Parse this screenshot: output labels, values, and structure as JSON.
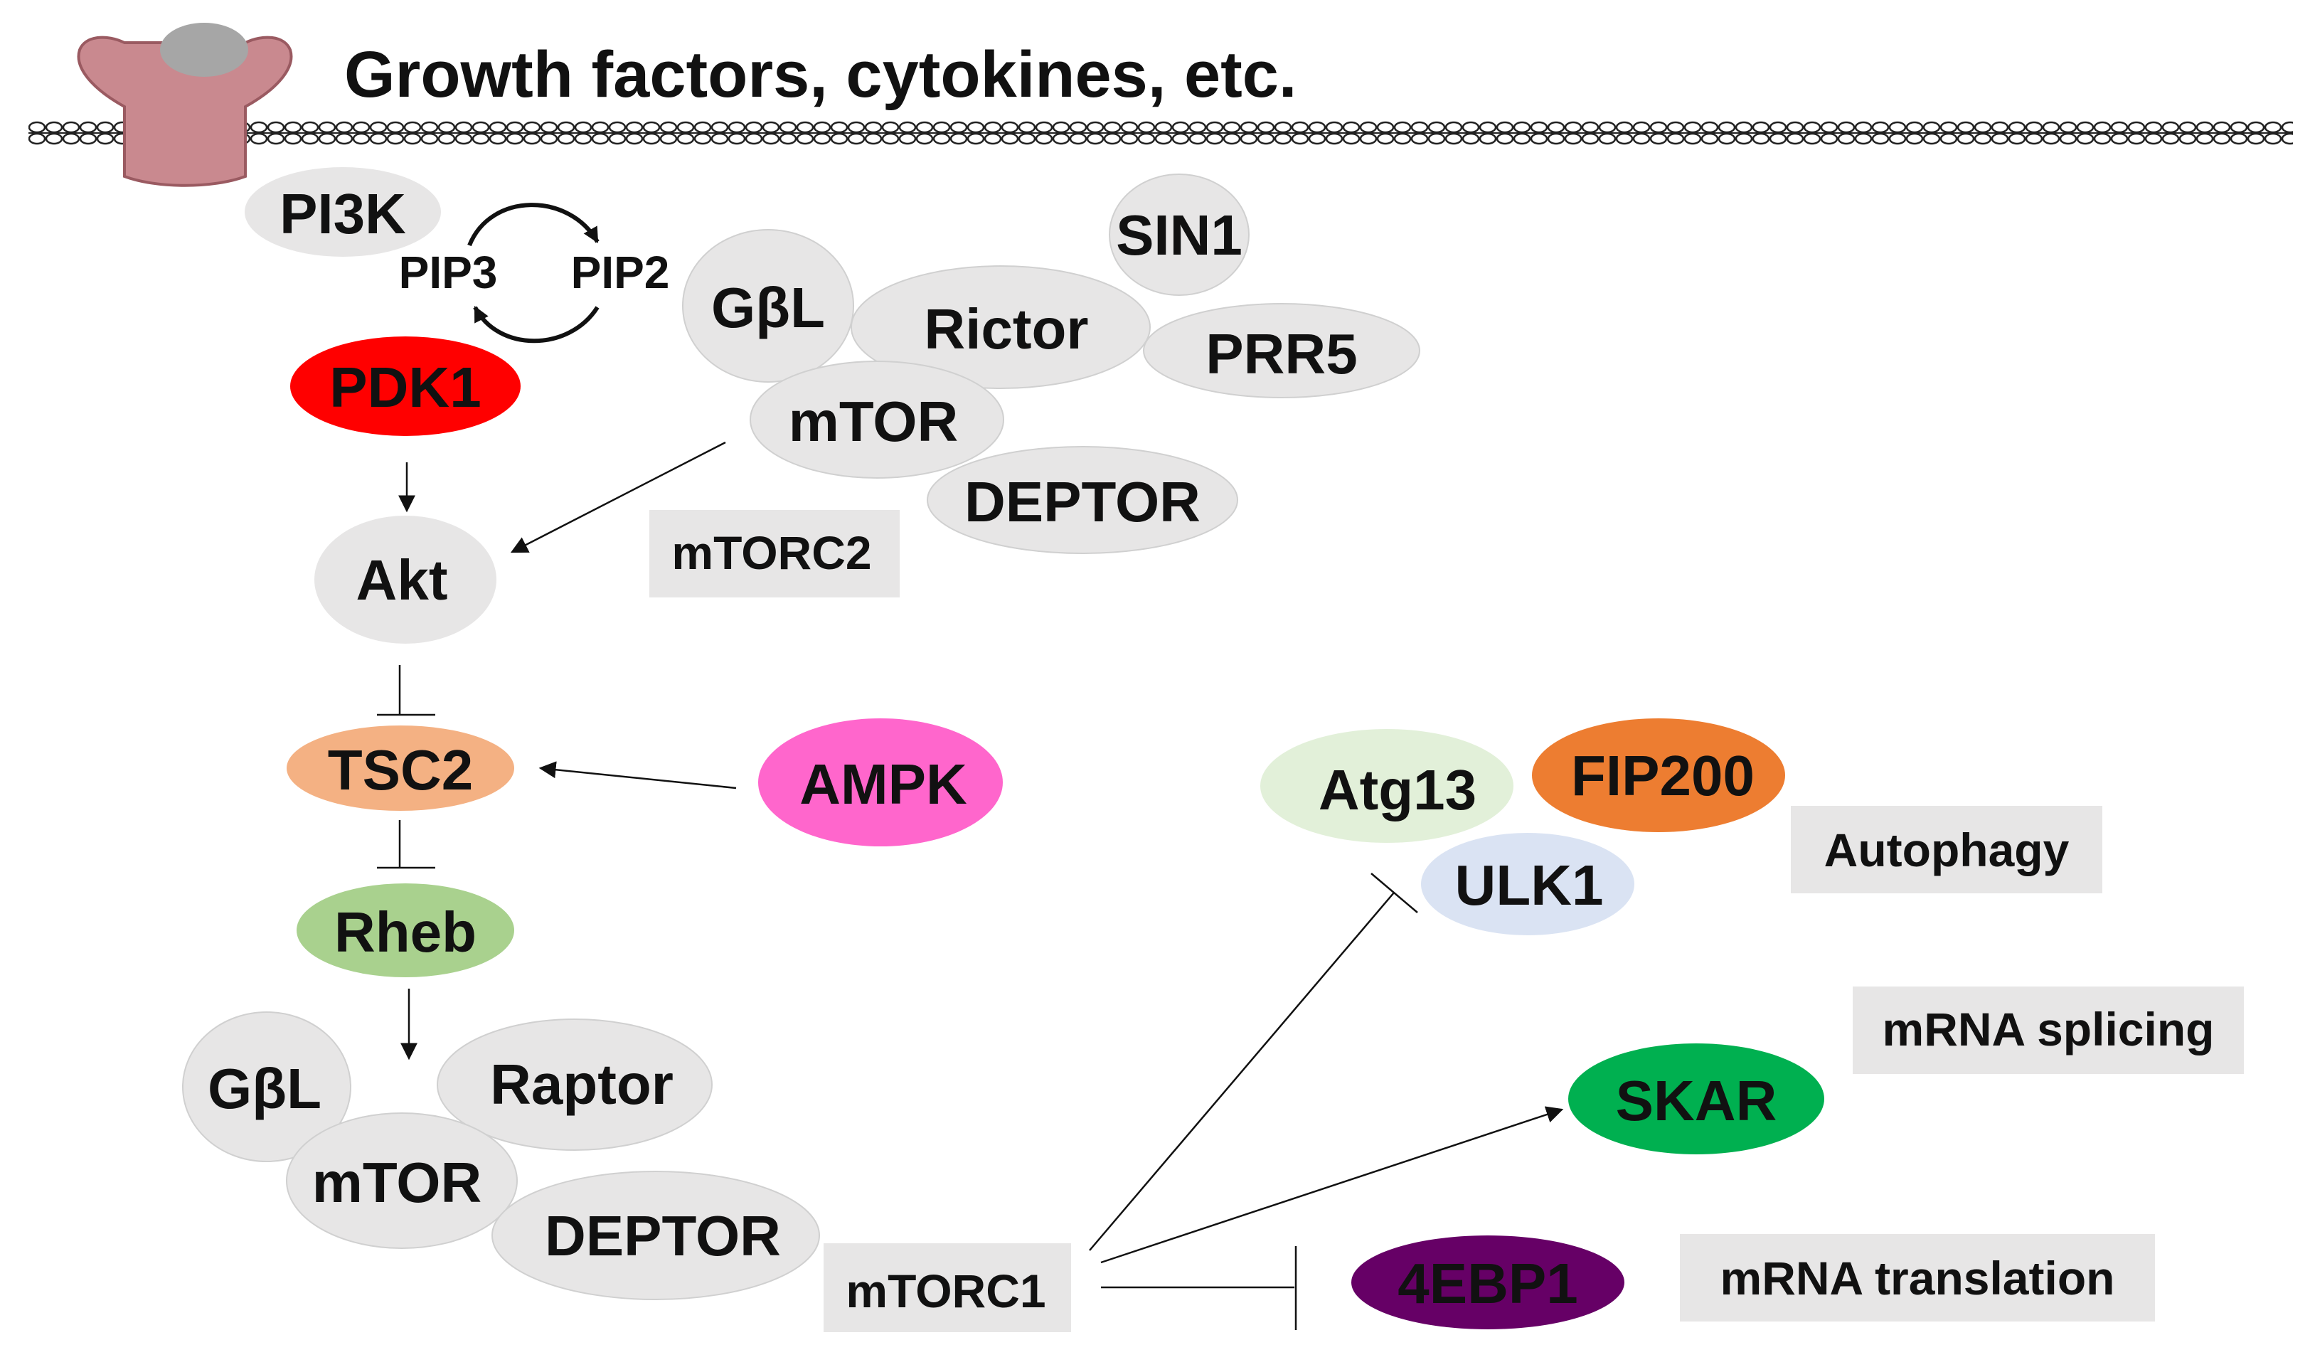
{
  "header": {
    "title": "Growth factors, cytokines, etc."
  },
  "nodes": {
    "pi3k": "PI3K",
    "pip3": "PIP3",
    "pip2": "PIP2",
    "pdk1": "PDK1",
    "akt": "Akt",
    "tsc2": "TSC2",
    "ampk": "AMPK",
    "rheb": "Rheb",
    "mtorc2_gbl": "GβL",
    "mtorc2_rictor": "Rictor",
    "mtorc2_sin1": "SIN1",
    "mtorc2_prr5": "PRR5",
    "mtorc2_mtor": "mTOR",
    "mtorc2_deptor": "DEPTOR",
    "mtorc1_gbl": "GβL",
    "mtorc1_raptor": "Raptor",
    "mtorc1_mtor": "mTOR",
    "mtorc1_deptor": "DEPTOR",
    "atg13": "Atg13",
    "fip200": "FIP200",
    "ulk1": "ULK1",
    "skar": "SKAR",
    "4ebp1": "4EBP1"
  },
  "boxes": {
    "mtorc2": "mTORC2",
    "mtorc1": "mTORC1",
    "autophagy": "Autophagy",
    "mrna_splicing": "mRNA splicing",
    "mrna_translation": "mRNA translation"
  },
  "colors": {
    "pdk1": "#ff0000",
    "tsc2": "#f4b183",
    "ampk": "#ff66cc",
    "rheb": "#a9d18e",
    "atg13": "#e2f0d9",
    "fip200": "#ed7d31",
    "ulk1": "#dae3f3",
    "skar": "#00b050",
    "4ebp1": "#660066",
    "grey_node": "#e7e6e6",
    "box": "#e7e6e6",
    "receptor": "#c9898f"
  }
}
